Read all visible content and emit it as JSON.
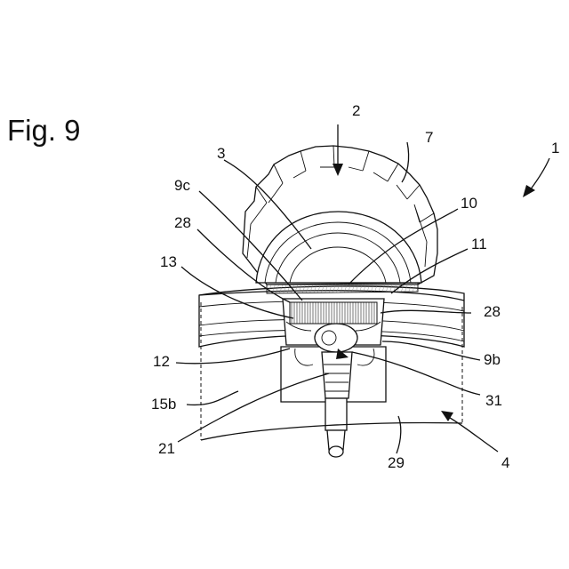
{
  "figure": {
    "title": "Fig. 9",
    "labels": {
      "n1": "1",
      "n2": "2",
      "n3": "3",
      "n4": "4",
      "n7": "7",
      "n9b": "9b",
      "n9c": "9c",
      "n10": "10",
      "n11": "11",
      "n12": "12",
      "n13": "13",
      "n15b": "15b",
      "n21": "21",
      "n28a": "28",
      "n28b": "28",
      "n29": "29",
      "n31": "31"
    }
  }
}
